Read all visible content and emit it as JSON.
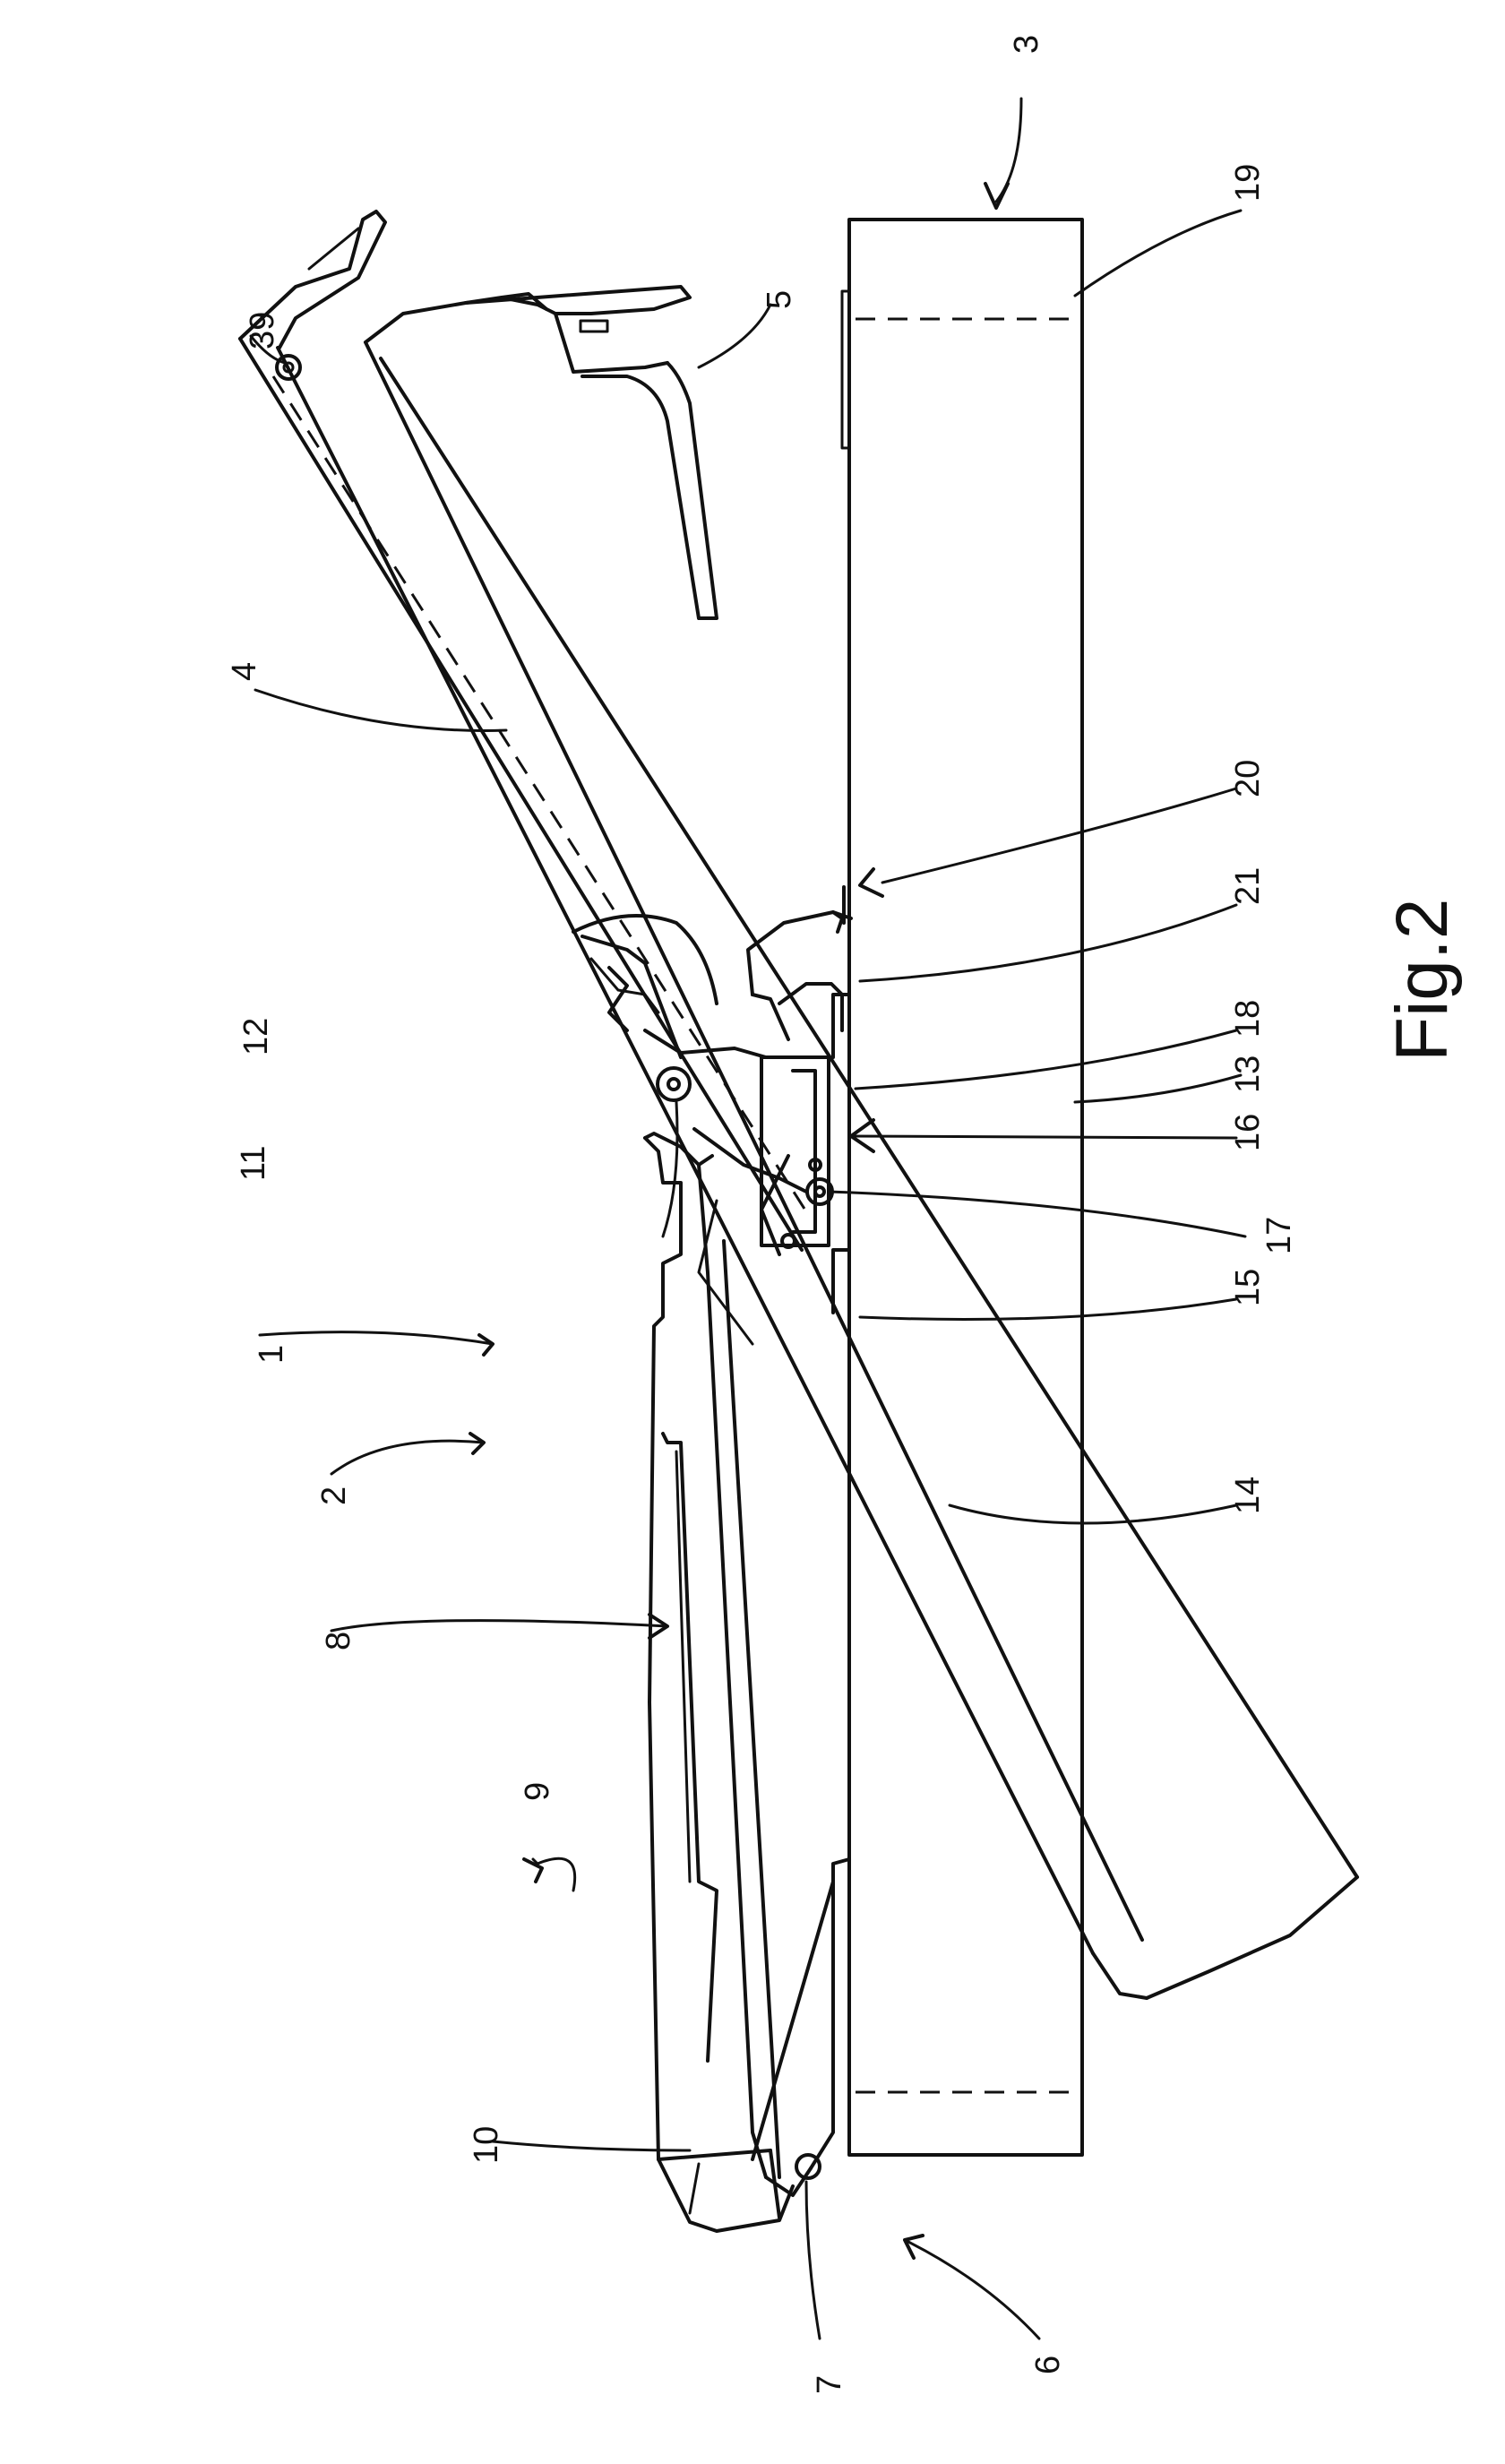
{
  "figure": {
    "caption": "Fig.2"
  },
  "labels": {
    "l1": "1",
    "l2": "2",
    "l3": "3",
    "l4": "4",
    "l5": "5",
    "l6": "6",
    "l7": "7",
    "l8": "8",
    "l9": "9",
    "l10": "10",
    "l11": "11",
    "l12": "12",
    "l13": "13",
    "l14": "14",
    "l15": "15",
    "l16": "16",
    "l17": "17",
    "l18": "18",
    "l19": "19",
    "l20": "20",
    "l21": "21",
    "l39": "39"
  }
}
